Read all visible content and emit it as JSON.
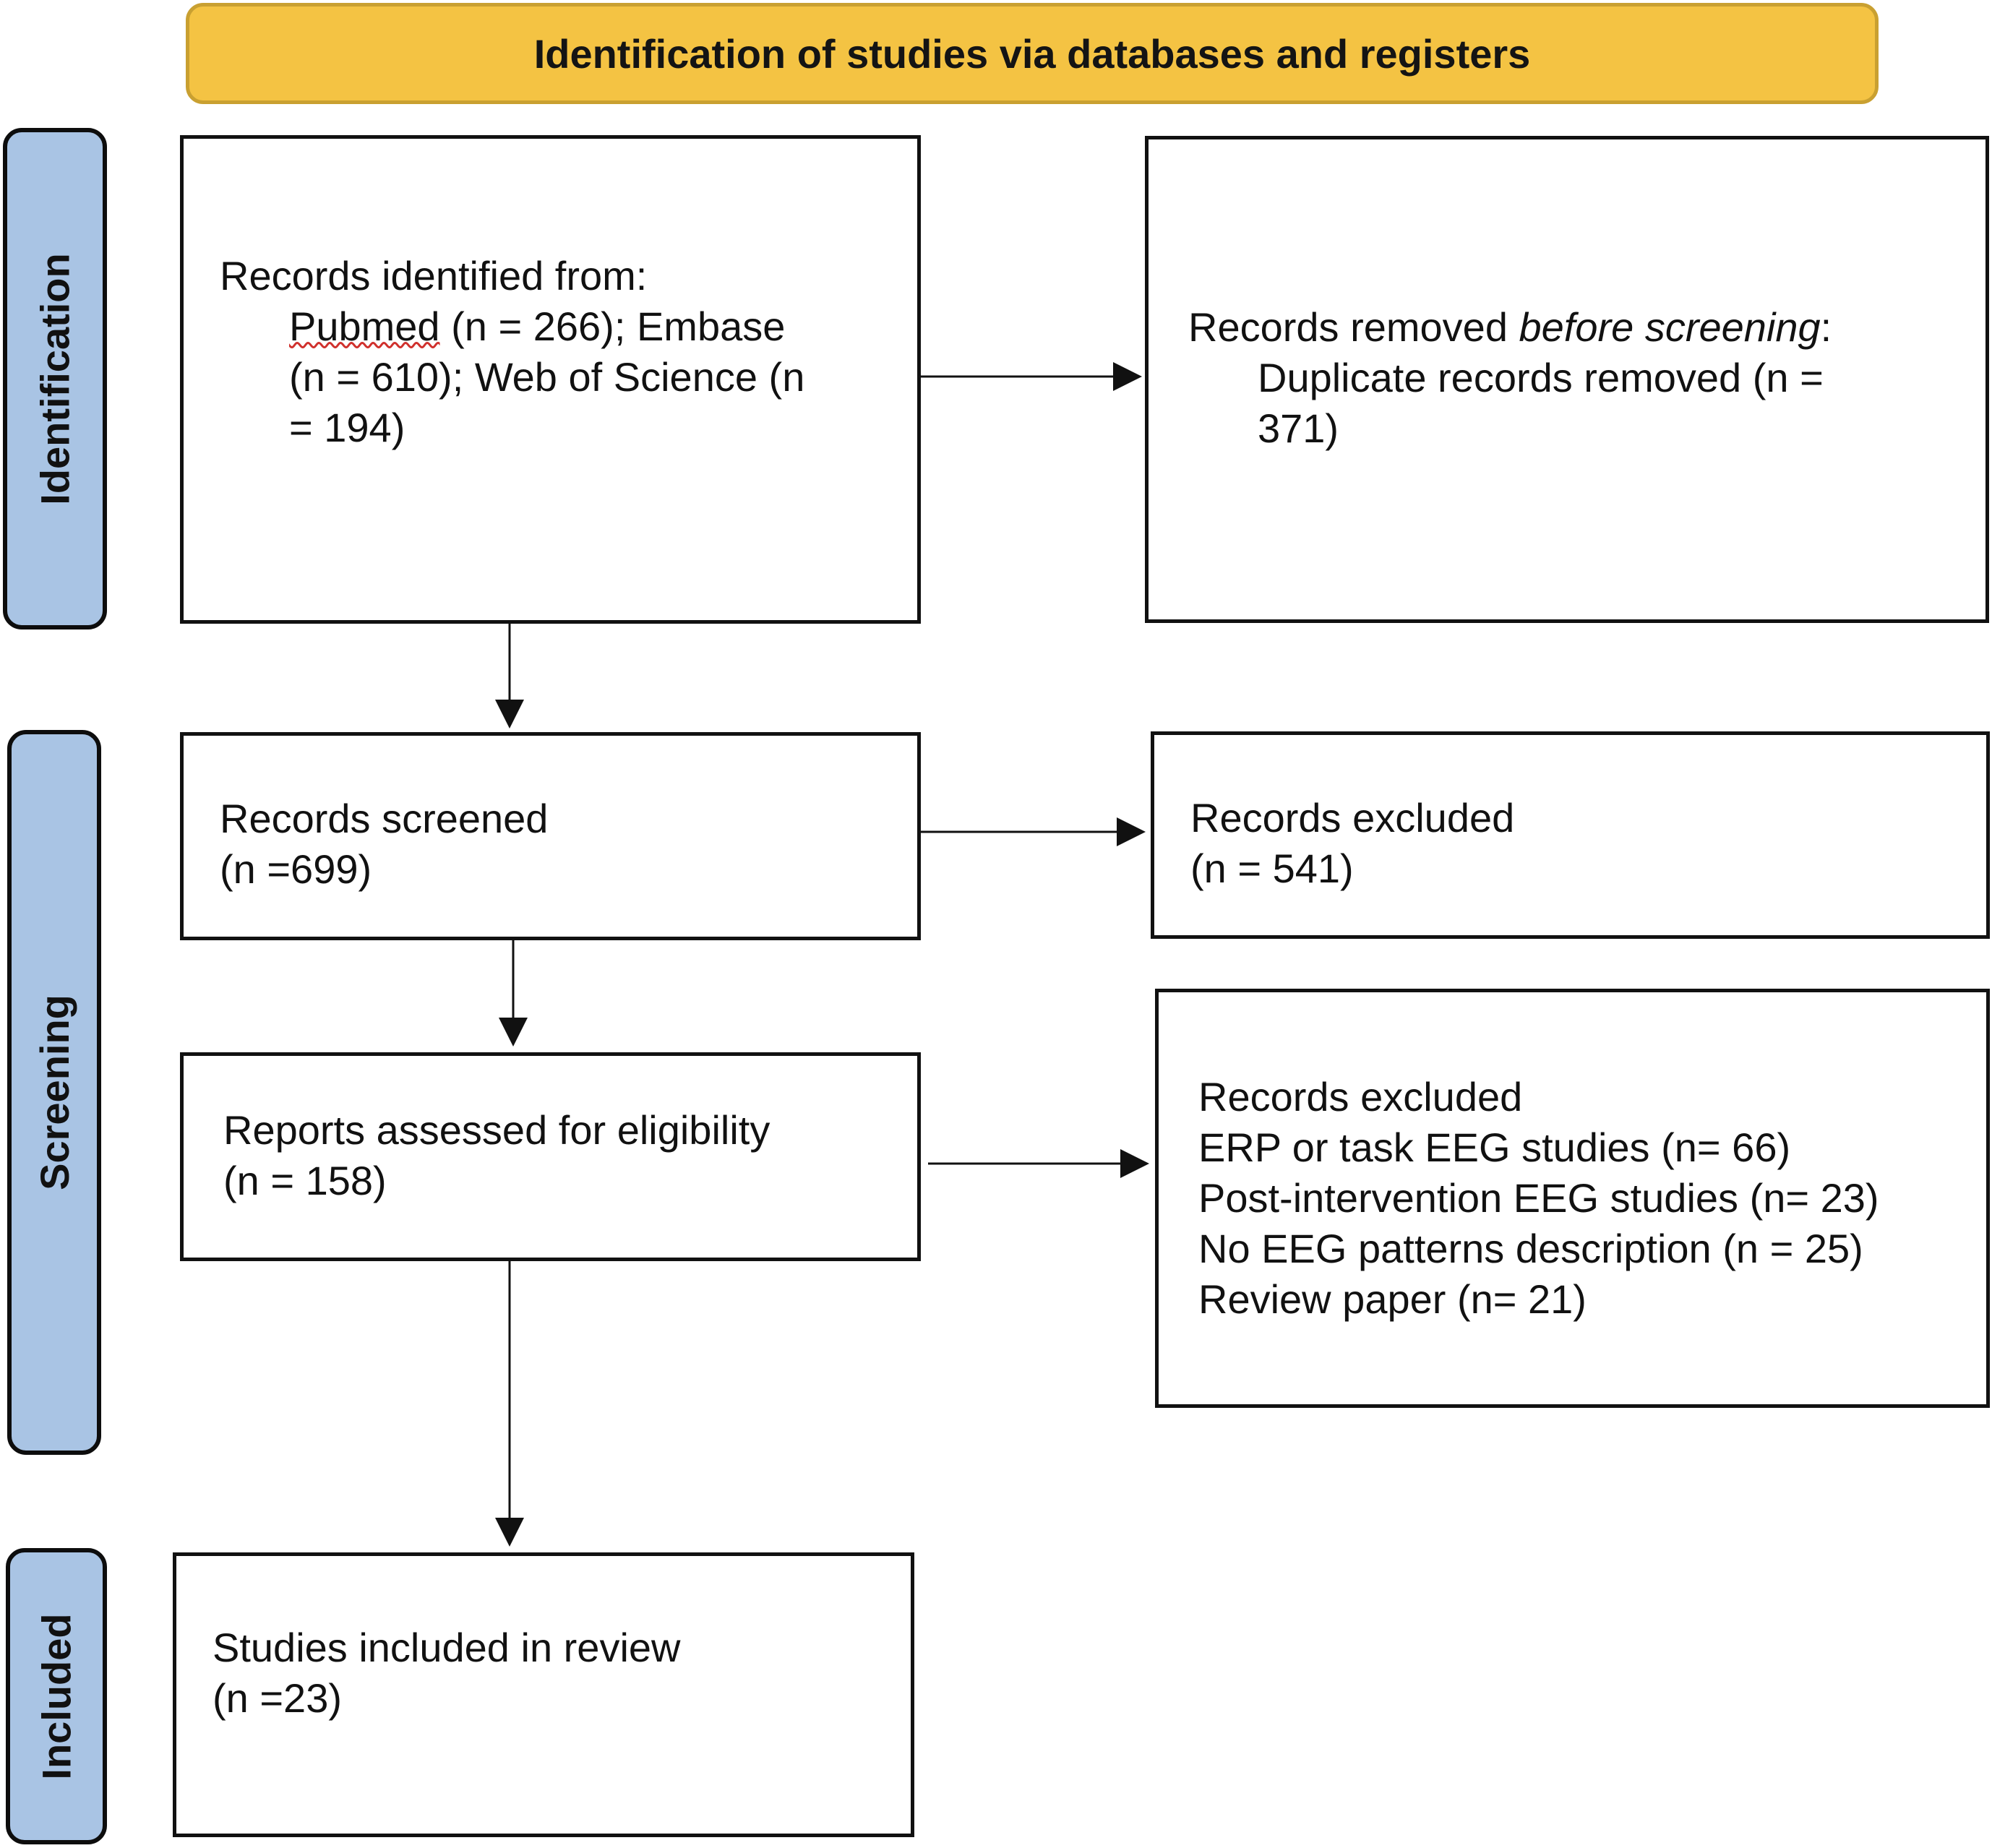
{
  "header": {
    "title": "Identification of studies via databases and registers",
    "color": "#F4C343"
  },
  "phases": {
    "identification": "Identification",
    "screening": "Screening",
    "included": "Included",
    "color": "#A9C4E4"
  },
  "boxes": {
    "identified": {
      "line1": "Records identified from:",
      "pubmed": "Pubmed",
      "line2_rest": " (n = 266); Embase",
      "line3": "(n = 610); Web of Science (n",
      "line4": "= 194)"
    },
    "removed": {
      "line1_prefix": "Records removed ",
      "line1_italic": "before screening",
      "line1_suffix": ":",
      "line2": "Duplicate records removed (n =",
      "line3": "371)"
    },
    "screened": {
      "line1": "Records screened",
      "line2": "(n =699)"
    },
    "excluded": {
      "line1": "Records excluded",
      "line2": "(n = 541)"
    },
    "assessed": {
      "line1": "Reports assessed for eligibility",
      "line2": "(n = 158)"
    },
    "excluded_reasons": {
      "title": "Records excluded",
      "reasons": [
        "ERP or task EEG studies (n= 66)",
        "Post-intervention EEG studies (n= 23)",
        "No EEG patterns description (n = 25)",
        "Review paper (n= 21)"
      ]
    },
    "included": {
      "line1": "Studies included in review",
      "line2": "(n =23)"
    }
  }
}
